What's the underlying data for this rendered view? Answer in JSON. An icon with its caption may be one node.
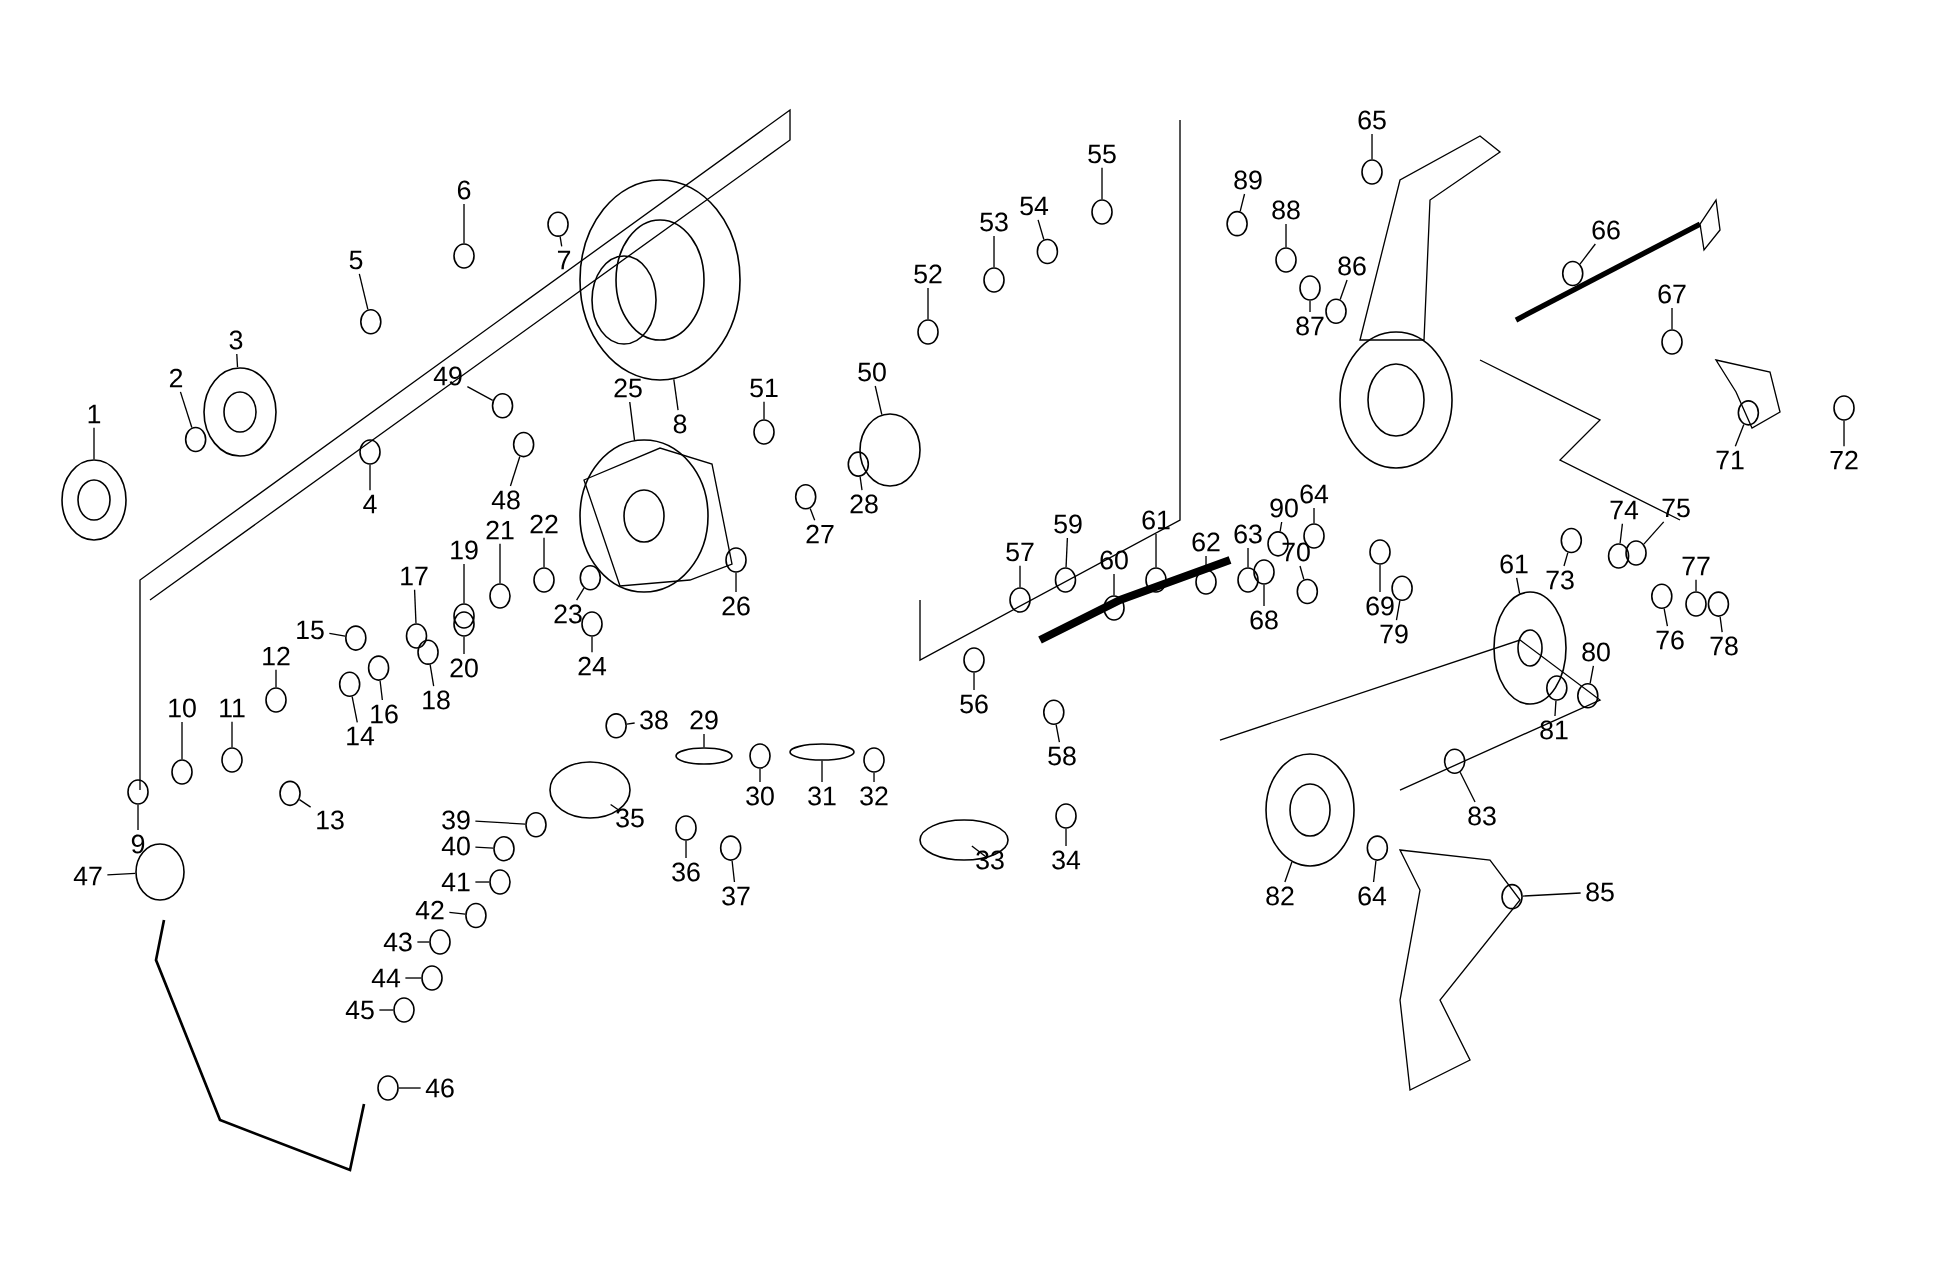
{
  "diagram": {
    "nodes": [
      {
        "text": [
          "1"
        ]
      },
      {
        "text": [
          "2"
        ]
      },
      {
        "text": [
          "3"
        ]
      },
      {
        "text": [
          "4"
        ]
      },
      {
        "text": [
          "5"
        ]
      },
      {
        "text": [
          "6"
        ]
      },
      {
        "text": [
          "7"
        ]
      },
      {
        "text": [
          "8"
        ]
      },
      {
        "text": [
          "9"
        ]
      },
      {
        "text": [
          "10"
        ]
      },
      {
        "text": [
          "11"
        ]
      },
      {
        "text": [
          "12"
        ]
      },
      {
        "text": [
          "13"
        ]
      },
      {
        "text": [
          "14"
        ]
      },
      {
        "text": [
          "15"
        ]
      },
      {
        "text": [
          "16"
        ]
      },
      {
        "text": [
          "17"
        ]
      },
      {
        "text": [
          "18"
        ]
      },
      {
        "text": [
          "19"
        ]
      },
      {
        "text": [
          "20"
        ]
      },
      {
        "text": [
          "21"
        ]
      },
      {
        "text": [
          "22"
        ]
      },
      {
        "text": [
          "23"
        ]
      },
      {
        "text": [
          "24"
        ]
      },
      {
        "text": [
          "25"
        ]
      },
      {
        "text": [
          "26"
        ]
      },
      {
        "text": [
          "27"
        ]
      },
      {
        "text": [
          "28"
        ]
      },
      {
        "text": [
          "29"
        ]
      },
      {
        "text": [
          "30"
        ]
      },
      {
        "text": [
          "31"
        ]
      },
      {
        "text": [
          "32"
        ]
      },
      {
        "text": [
          "33"
        ]
      },
      {
        "text": [
          "34"
        ]
      },
      {
        "text": [
          "35"
        ]
      },
      {
        "text": [
          "36"
        ]
      },
      {
        "text": [
          "37"
        ]
      },
      {
        "text": [
          "38"
        ]
      },
      {
        "text": [
          "39"
        ]
      },
      {
        "text": [
          "40"
        ]
      },
      {
        "text": [
          "41"
        ]
      },
      {
        "text": [
          "42"
        ]
      },
      {
        "text": [
          "43"
        ]
      },
      {
        "text": [
          "44"
        ]
      },
      {
        "text": [
          "45"
        ]
      },
      {
        "text": [
          "46"
        ]
      },
      {
        "text": [
          "47"
        ]
      },
      {
        "text": [
          "48"
        ]
      },
      {
        "text": [
          "49"
        ]
      },
      {
        "text": [
          "50"
        ]
      },
      {
        "text": [
          "51"
        ]
      },
      {
        "text": [
          "52"
        ]
      },
      {
        "text": [
          "53"
        ]
      },
      {
        "text": [
          "54"
        ]
      },
      {
        "text": [
          "55"
        ]
      },
      {
        "text": [
          "56"
        ]
      },
      {
        "text": [
          "57"
        ]
      },
      {
        "text": [
          "58"
        ]
      },
      {
        "text": [
          "59"
        ]
      },
      {
        "text": [
          "60"
        ]
      },
      {
        "text": [
          "61"
        ]
      },
      {
        "text": [
          "62"
        ]
      },
      {
        "text": [
          "63"
        ]
      },
      {
        "text": [
          "64"
        ]
      },
      {
        "text": [
          "65"
        ]
      },
      {
        "text": [
          "66"
        ]
      },
      {
        "text": [
          "67"
        ]
      },
      {
        "text": [
          "68"
        ]
      },
      {
        "text": [
          "69"
        ]
      },
      {
        "text": [
          "70"
        ]
      },
      {
        "text": [
          "71"
        ]
      },
      {
        "text": [
          "72"
        ]
      },
      {
        "text": [
          "73"
        ]
      },
      {
        "text": [
          "74"
        ]
      },
      {
        "text": [
          "75"
        ]
      },
      {
        "text": [
          "76"
        ]
      },
      {
        "text": [
          "77"
        ]
      },
      {
        "text": [
          "78"
        ]
      },
      {
        "text": [
          "79"
        ]
      },
      {
        "text": [
          "80"
        ]
      },
      {
        "text": [
          "81"
        ]
      },
      {
        "text": [
          "82"
        ]
      },
      {
        "text": [
          "83"
        ]
      },
      {
        "text": [
          "61"
        ]
      },
      {
        "text": [
          "64"
        ]
      },
      {
        "text": [
          "85"
        ]
      },
      {
        "text": [
          "86"
        ]
      },
      {
        "text": [
          "87"
        ]
      },
      {
        "text": [
          "88"
        ]
      },
      {
        "text": [
          "89"
        ]
      },
      {
        "text": [
          "90"
        ]
      },
      {
        "text": [],
        "shape": "circle"
      },
      {
        "text": [],
        "shape": "circle"
      },
      {
        "text": [],
        "shape": "circle"
      },
      {
        "text": [],
        "shape": "circle"
      },
      {
        "text": [],
        "shape": "circle"
      },
      {
        "text": [],
        "shape": "circle"
      },
      {
        "text": [],
        "shape": "circle"
      },
      {
        "text": [],
        "shape": "circle"
      },
      {
        "text": [],
        "shape": "circle"
      },
      {
        "text": [],
        "shape": "circle"
      },
      {
        "text": [],
        "shape": "circle"
      },
      {
        "text": [],
        "shape": "circle"
      },
      {
        "text": [],
        "shape": "circle"
      },
      {
        "text": [],
        "shape": "circle"
      },
      {
        "text": [],
        "shape": "circle"
      },
      {
        "text": [],
        "shape": "circle"
      },
      {
        "text": [],
        "shape": "circle"
      },
      {
        "text": [],
        "shape": "circle"
      },
      {
        "text": [],
        "shape": "circle"
      },
      {
        "text": [],
        "shape": "circle"
      },
      {
        "text": [],
        "shape": "circle"
      },
      {
        "text": [],
        "shape": "circle"
      },
      {
        "text": [],
        "shape": "circle"
      },
      {
        "text": [],
        "shape": "circle"
      },
      {
        "text": [],
        "shape": "circle"
      },
      {
        "text": [],
        "shape": "circle"
      },
      {
        "text": [],
        "shape": "circle"
      },
      {
        "text": [],
        "shape": "circle"
      },
      {
        "text": [],
        "shape": "circle"
      },
      {
        "text": [],
        "shape": "circle"
      },
      {
        "text": [],
        "shape": "circle"
      },
      {
        "text": [],
        "shape": "circle"
      },
      {
        "text": [],
        "shape": "circle"
      },
      {
        "text": [],
        "shape": "circle"
      },
      {
        "text": [],
        "shape": "circle"
      },
      {
        "text": [],
        "shape": "circle"
      },
      {
        "text": [],
        "shape": "circle"
      },
      {
        "text": [],
        "shape": "circle"
      },
      {
        "text": [],
        "shape": "circle"
      },
      {
        "text": [],
        "shape": "circle"
      },
      {
        "text": [],
        "shape": "circle"
      },
      {
        "text": [],
        "shape": "circle"
      },
      {
        "text": [],
        "shape": "circle"
      },
      {
        "text": [],
        "shape": "circle"
      },
      {
        "text": [],
        "shape": "circle"
      },
      {
        "text": [],
        "shape": "circle"
      },
      {
        "text": [],
        "shape": "circle"
      },
      {
        "text": [],
        "shape": "circle"
      },
      {
        "text": [],
        "shape": "circle"
      },
      {
        "text": [],
        "shape": "circle"
      },
      {
        "text": [],
        "shape": "circle"
      },
      {
        "text": [],
        "shape": "circle"
      },
      {
        "text": [],
        "shape": "circle"
      },
      {
        "text": [],
        "shape": "circle"
      },
      {
        "text": [],
        "shape": "circle"
      },
      {
        "text": [],
        "shape": "circle"
      },
      {
        "text": [],
        "shape": "circle"
      },
      {
        "text": [],
        "shape": "circle"
      },
      {
        "text": [],
        "shape": "circle"
      },
      {
        "text": [],
        "shape": "circle"
      },
      {
        "text": [],
        "shape": "circle"
      },
      {
        "text": [],
        "shape": "circle"
      },
      {
        "text": [],
        "shape": "circle"
      },
      {
        "text": [],
        "shape": "circle"
      },
      {
        "text": [],
        "shape": "circle"
      },
      {
        "text": [],
        "shape": "circle"
      },
      {
        "text": [],
        "shape": "circle"
      },
      {
        "text": [],
        "shape": "circle"
      },
      {
        "text": [],
        "shape": "circle"
      },
      {
        "text": [],
        "shape": "circle"
      },
      {
        "text": [],
        "shape": "circle"
      },
      {
        "text": [],
        "shape": "circle"
      },
      {
        "text": [],
        "shape": "circle"
      },
      {
        "text": [],
        "shape": "circle"
      },
      {
        "text": [],
        "shape": "circle"
      },
      {
        "text": [],
        "shape": "circle"
      },
      {
        "text": [],
        "shape": "circle"
      },
      {
        "text": [],
        "shape": "circle"
      },
      {
        "text": [],
        "shape": "circle"
      },
      {
        "text": [],
        "shape": "circle"
      },
      {
        "text": [],
        "shape": "circle"
      },
      {
        "text": [],
        "shape": "circle"
      },
      {
        "text": [],
        "shape": "circle"
      },
      {
        "text": [],
        "shape": "circle"
      },
      {
        "text": [],
        "shape": "circle"
      },
      {
        "text": [],
        "shape": "circle"
      },
      {
        "text": [],
        "shape": "circle"
      },
      {
        "text": [],
        "shape": "circle"
      },
      {
        "text": [],
        "shape": "circle"
      },
      {
        "text": [],
        "shape": "circle"
      },
      {
        "text": [],
        "shape": "circle"
      }
    ],
    "edges": [
      {
        "from": 0,
        "to": 91,
        "arrow": "none"
      },
      {
        "from": 1,
        "to": 92,
        "arrow": "none"
      },
      {
        "from": 2,
        "to": 93,
        "arrow": "none"
      },
      {
        "from": 3,
        "to": 94,
        "arrow": "none"
      },
      {
        "from": 4,
        "to": 95,
        "arrow": "none"
      },
      {
        "from": 5,
        "to": 96,
        "arrow": "none"
      },
      {
        "from": 6,
        "to": 97,
        "arrow": "none"
      },
      {
        "from": 7,
        "to": 98,
        "arrow": "none"
      },
      {
        "from": 8,
        "to": 99,
        "arrow": "none"
      },
      {
        "from": 9,
        "to": 100,
        "arrow": "none"
      },
      {
        "from": 10,
        "to": 101,
        "arrow": "none"
      },
      {
        "from": 11,
        "to": 102,
        "arrow": "none"
      },
      {
        "from": 12,
        "to": 103,
        "arrow": "none"
      },
      {
        "from": 13,
        "to": 104,
        "arrow": "none"
      },
      {
        "from": 14,
        "to": 105,
        "arrow": "none"
      },
      {
        "from": 15,
        "to": 106,
        "arrow": "none"
      },
      {
        "from": 16,
        "to": 107,
        "arrow": "none"
      },
      {
        "from": 17,
        "to": 108,
        "arrow": "none"
      },
      {
        "from": 18,
        "to": 109,
        "arrow": "none"
      },
      {
        "from": 19,
        "to": 110,
        "arrow": "none"
      },
      {
        "from": 20,
        "to": 111,
        "arrow": "none"
      },
      {
        "from": 21,
        "to": 112,
        "arrow": "none"
      },
      {
        "from": 22,
        "to": 113,
        "arrow": "none"
      },
      {
        "from": 23,
        "to": 114,
        "arrow": "none"
      },
      {
        "from": 24,
        "to": 115,
        "arrow": "none"
      },
      {
        "from": 25,
        "to": 116,
        "arrow": "none"
      },
      {
        "from": 26,
        "to": 117,
        "arrow": "none"
      },
      {
        "from": 27,
        "to": 118,
        "arrow": "none"
      },
      {
        "from": 28,
        "to": 119,
        "arrow": "none"
      },
      {
        "from": 29,
        "to": 120,
        "arrow": "none"
      },
      {
        "from": 30,
        "to": 121,
        "arrow": "none"
      },
      {
        "from": 31,
        "to": 122,
        "arrow": "none"
      },
      {
        "from": 32,
        "to": 123,
        "arrow": "none"
      },
      {
        "from": 33,
        "to": 124,
        "arrow": "none"
      },
      {
        "from": 34,
        "to": 125,
        "arrow": "none"
      },
      {
        "from": 35,
        "to": 126,
        "arrow": "none"
      },
      {
        "from": 36,
        "to": 127,
        "arrow": "none"
      },
      {
        "from": 37,
        "to": 128,
        "arrow": "none"
      },
      {
        "from": 38,
        "to": 129,
        "arrow": "none"
      },
      {
        "from": 39,
        "to": 130,
        "arrow": "none"
      },
      {
        "from": 40,
        "to": 131,
        "arrow": "none"
      },
      {
        "from": 41,
        "to": 132,
        "arrow": "none"
      },
      {
        "from": 42,
        "to": 133,
        "arrow": "none"
      },
      {
        "from": 43,
        "to": 134,
        "arrow": "none"
      },
      {
        "from": 44,
        "to": 135,
        "arrow": "none"
      },
      {
        "from": 45,
        "to": 136,
        "arrow": "none"
      },
      {
        "from": 46,
        "to": 137,
        "arrow": "none"
      },
      {
        "from": 47,
        "to": 138,
        "arrow": "none"
      },
      {
        "from": 48,
        "to": 139,
        "arrow": "none"
      },
      {
        "from": 49,
        "to": 140,
        "arrow": "none"
      },
      {
        "from": 50,
        "to": 141,
        "arrow": "none"
      },
      {
        "from": 51,
        "to": 142,
        "arrow": "none"
      },
      {
        "from": 52,
        "to": 143,
        "arrow": "none"
      },
      {
        "from": 53,
        "to": 144,
        "arrow": "none"
      },
      {
        "from": 54,
        "to": 145,
        "arrow": "none"
      },
      {
        "from": 55,
        "to": 146,
        "arrow": "none"
      },
      {
        "from": 56,
        "to": 147,
        "arrow": "none"
      },
      {
        "from": 57,
        "to": 148,
        "arrow": "none"
      },
      {
        "from": 58,
        "to": 149,
        "arrow": "none"
      },
      {
        "from": 59,
        "to": 150,
        "arrow": "none"
      },
      {
        "from": 60,
        "to": 151,
        "arrow": "none"
      },
      {
        "from": 61,
        "to": 152,
        "arrow": "none"
      },
      {
        "from": 62,
        "to": 153,
        "arrow": "none"
      },
      {
        "from": 63,
        "to": 154,
        "arrow": "none"
      },
      {
        "from": 64,
        "to": 155,
        "arrow": "none"
      },
      {
        "from": 65,
        "to": 156,
        "arrow": "none"
      },
      {
        "from": 66,
        "to": 157,
        "arrow": "none"
      },
      {
        "from": 67,
        "to": 158,
        "arrow": "none"
      },
      {
        "from": 68,
        "to": 159,
        "arrow": "none"
      },
      {
        "from": 69,
        "to": 160,
        "arrow": "none"
      },
      {
        "from": 70,
        "to": 161,
        "arrow": "none"
      },
      {
        "from": 71,
        "to": 162,
        "arrow": "none"
      },
      {
        "from": 72,
        "to": 163,
        "arrow": "none"
      },
      {
        "from": 73,
        "to": 164,
        "arrow": "none"
      },
      {
        "from": 74,
        "to": 165,
        "arrow": "none"
      },
      {
        "from": 75,
        "to": 166,
        "arrow": "none"
      },
      {
        "from": 76,
        "to": 167,
        "arrow": "none"
      },
      {
        "from": 77,
        "to": 168,
        "arrow": "none"
      },
      {
        "from": 78,
        "to": 169,
        "arrow": "none"
      },
      {
        "from": 79,
        "to": 170,
        "arrow": "none"
      },
      {
        "from": 80,
        "to": 171,
        "arrow": "none"
      },
      {
        "from": 81,
        "to": 172,
        "arrow": "none"
      },
      {
        "from": 82,
        "to": 173,
        "arrow": "none"
      },
      {
        "from": 83,
        "to": 174,
        "arrow": "none"
      },
      {
        "from": 84,
        "to": 175,
        "arrow": "none"
      },
      {
        "from": 85,
        "to": 176,
        "arrow": "none"
      },
      {
        "from": 86,
        "to": 177,
        "arrow": "none"
      },
      {
        "from": 87,
        "to": 178,
        "arrow": "none"
      },
      {
        "from": 88,
        "to": 179,
        "arrow": "none"
      },
      {
        "from": 89,
        "to": 180,
        "arrow": "none"
      },
      {
        "from": 90,
        "to": 181,
        "arrow": "none"
      }
    ]
  }
}
